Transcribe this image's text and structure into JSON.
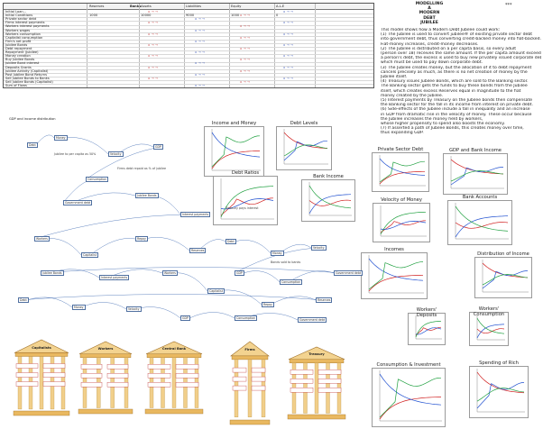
{
  "header": {
    "title_lines": [
      "MODELLING",
      "A",
      "MODERN",
      "DEBT",
      "JUBILEE"
    ],
    "stars": "***"
  },
  "table": {
    "title": "Banks",
    "rows": [
      "Initial Loan...",
      "Initial Conditions",
      "Private sector debt",
      "Firms interest payments",
      "Workers interest payments",
      "Workers wages",
      "Workers consumption",
      "Capitalist consumption",
      "Firm's net profit",
      "Jubilee Bonds",
      "Debt repayment",
      "Repayment (Jubilee)",
      "Money creation",
      "Buy Jubilee Bonds",
      "Jubilee Bond interest",
      "Deposits Grants",
      "Jubilee Activity (Capitalist)",
      "Post Jubilee Bond Returns",
      "Sell Jubilee Bonds to Banks",
      "Sell Jubilee Bonds (Capitalist)",
      "Sum of Flows"
    ],
    "cols": [
      "Reserves",
      "Assets",
      "Liabilities",
      "Equity",
      "A-L-E"
    ],
    "values": [
      "1000",
      "10000",
      "9000",
      "1000",
      "0"
    ]
  },
  "description": [
    "This model shows how a Modern Debt Jubilee could work:",
    "(1) The Jubilee is used to convert jubilee® of existing private sector debt",
    "into government debt, thus converting credit-backed money into fiat-backed.",
    "Fiat-money increases, credit-money decreases.",
    "(2) The Jubilee is distributed on a per capita basis, so every adult",
    "(person over 18) receives the same amount. If the per capita amount exceeds",
    "a person's debt, the excess is used to buy new privately issued corporate debt,",
    "which must be used to pay down corporate debt.",
    "(3) The Jubilee creates money, but the allocation of it to debt repayment",
    "cancels precisely as much, as there is no net creation of money by the",
    "Jubilee itself.",
    "(4) Treasury issues Jubilee Bonds, which are sold to the Banking sector.",
    "The Banking sector gets the funds to buy these bonds from the Jubilee",
    "itself, which creates excess Reserves equal in magnitude to the fiat",
    "money created by the Jubilee.",
    "(5) Interest payments by Treasury on the Jubilee bonds then compensate",
    "the Banking sector for the fall in its income from interest on private debt.",
    "(6) Side-effects of the Jubilee include a fall in inequality and an increase",
    "in GDP from dramatic rise in the velocity of money. These occur because",
    "the Jubilee increases the money held by workers,",
    "whose higher propensity to spend also boosts the economy.",
    "(7) If asserted a path of Jubilee Bonds, this creates money over time,",
    "thus expanding GDP."
  ],
  "charts": [
    {
      "title": "Income and Money"
    },
    {
      "title": "Debt Levels"
    },
    {
      "title": "Debt Ratios"
    },
    {
      "title": "Bank Income"
    },
    {
      "title": "Private Sector Debt"
    },
    {
      "title": "GDP and Bank Income"
    },
    {
      "title": "Velocity of Money"
    },
    {
      "title": "Bank Accounts"
    },
    {
      "title": "Incomes"
    },
    {
      "title": "Distribution of Income"
    },
    {
      "title": "Workers' Deposits"
    },
    {
      "title": "Workers' Consumption"
    },
    {
      "title": "Consumption & Investment"
    },
    {
      "title": "Spending of Rich"
    }
  ],
  "banks": [
    {
      "label": "Capitalists"
    },
    {
      "label": "Workers"
    },
    {
      "label": "Central Bank"
    },
    {
      "label": "Firms"
    },
    {
      "label": "Treasury"
    }
  ],
  "flow": {
    "top_label": "GDP and income distribution",
    "boxes": [
      "Debt",
      "Money",
      "Velocity",
      "GDP",
      "Consumption",
      "Government debt",
      "Jubilee Bonds",
      "Interest payments",
      "Workers",
      "Capitalist",
      "Repay",
      "Reserves"
    ],
    "notes": [
      "Jubilee to per capita as 50%",
      "Firms debt repaid as % of jubilee",
      "Treasury pays interest",
      "Bonds sold to banks"
    ]
  }
}
